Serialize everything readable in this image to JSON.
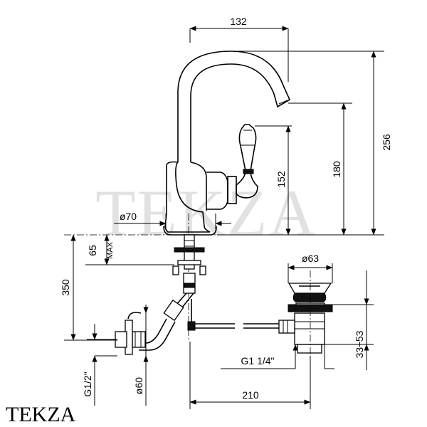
{
  "dimensions": {
    "width_top": "132",
    "height_total": "256",
    "height_spout": "180",
    "height_handle": "152",
    "base_diameter": "ø70",
    "max_thickness": "65",
    "max_label": "MAX",
    "supply_length": "350",
    "supply_thread": "G1/2\"",
    "supply_diameter": "ø60",
    "drain_thread": "G1  1/4\"",
    "drain_length": "210",
    "drain_diameter": "ø63",
    "drain_height": "33÷53"
  },
  "watermark": "TEKZA",
  "brand": "TEKZA"
}
